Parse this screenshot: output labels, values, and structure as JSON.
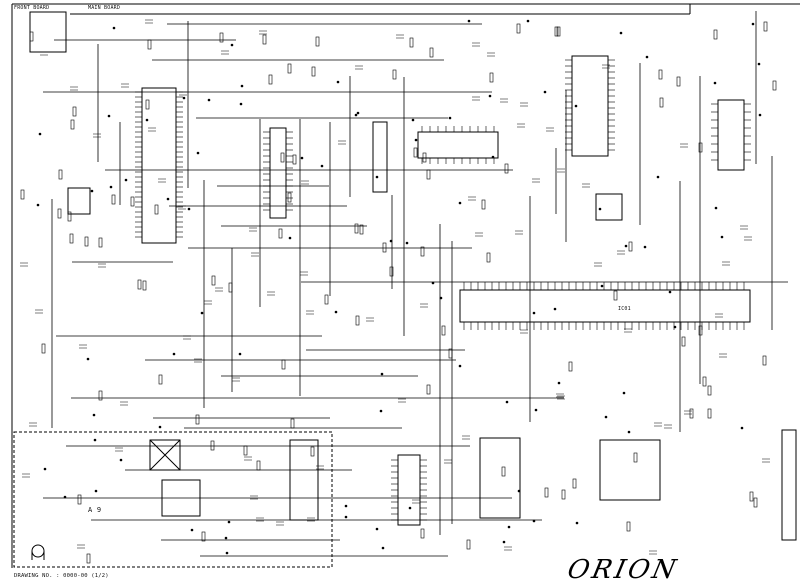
{
  "labels": {
    "board_front": "FRONT BOARD",
    "board_main": "MAIN BOARD",
    "ic_label": "IC01",
    "section_a9": "A 9",
    "drawing_no": "DRAWING NO. : 0000-00 (1/2)",
    "brand": "ORION"
  },
  "colors": {
    "ink": "#000000",
    "paper": "#ffffff"
  }
}
